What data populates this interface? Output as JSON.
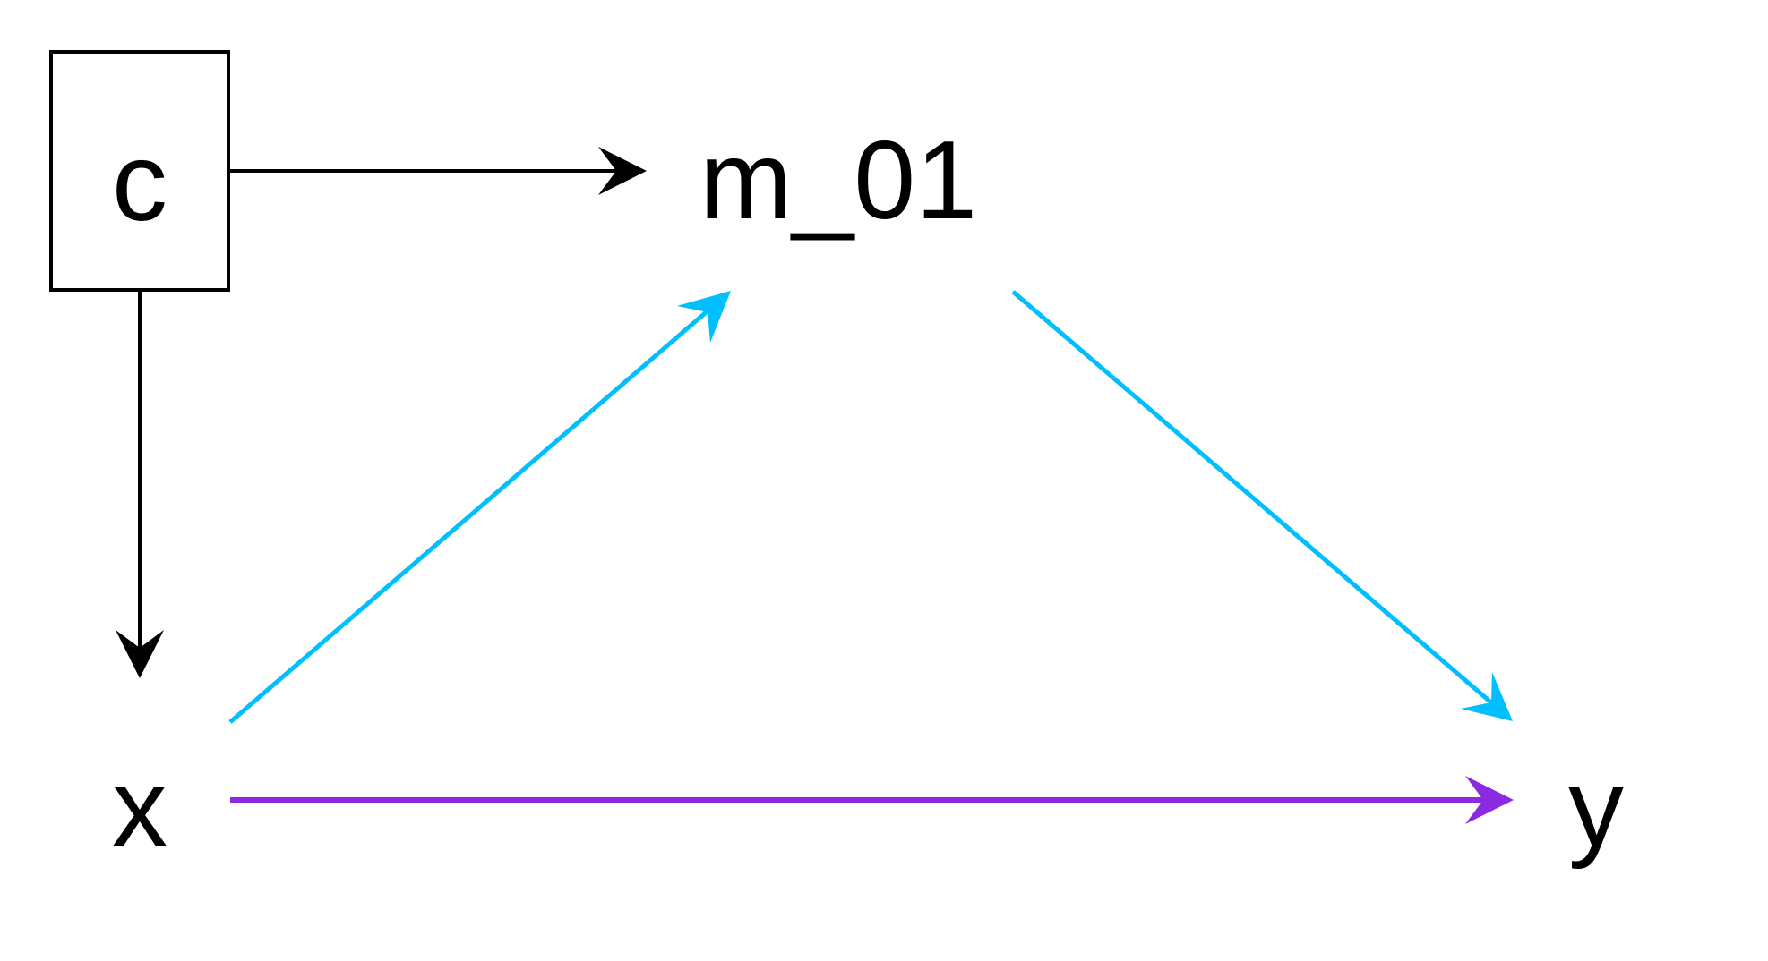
{
  "nodes": {
    "c": {
      "label": "c",
      "boxed": true
    },
    "m": {
      "label": "m_01"
    },
    "x": {
      "label": "x"
    },
    "y": {
      "label": "y"
    }
  },
  "edges": [
    {
      "from": "c",
      "to": "m",
      "color": "#000000"
    },
    {
      "from": "c",
      "to": "x",
      "color": "#000000"
    },
    {
      "from": "x",
      "to": "m",
      "color": "#00BFFF"
    },
    {
      "from": "m",
      "to": "y",
      "color": "#00BFFF"
    },
    {
      "from": "x",
      "to": "y",
      "color": "#8A2BE2"
    }
  ]
}
